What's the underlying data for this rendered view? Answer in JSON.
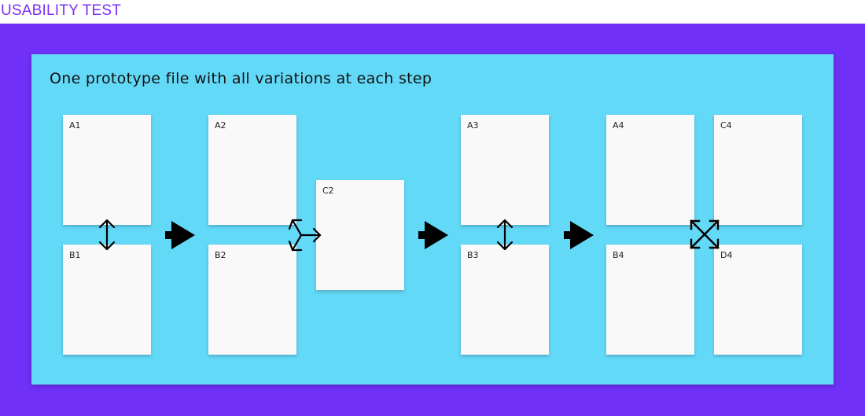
{
  "header": {
    "title": "USABILITY TEST"
  },
  "board": {
    "title": "One prototype file with all variations at each step"
  },
  "cards": {
    "a1": "A1",
    "b1": "B1",
    "a2": "A2",
    "b2": "B2",
    "c2": "C2",
    "a3": "A3",
    "b3": "B3",
    "a4": "A4",
    "c4": "C4",
    "b4": "B4",
    "d4": "D4"
  },
  "colors": {
    "header_text": "#7b2ff7",
    "band": "#7030f8",
    "board": "#63d9f8",
    "card": "#f9f9f9",
    "icon": "#000000"
  },
  "icons": {
    "step1": "vertical-double-arrow-icon",
    "flow1": "right-arrow-icon",
    "step2": "three-way-split-arrow-icon",
    "flow2": "right-arrow-icon",
    "step3": "vertical-double-arrow-icon",
    "flow3": "right-arrow-icon",
    "step4": "four-way-expand-arrow-icon"
  }
}
